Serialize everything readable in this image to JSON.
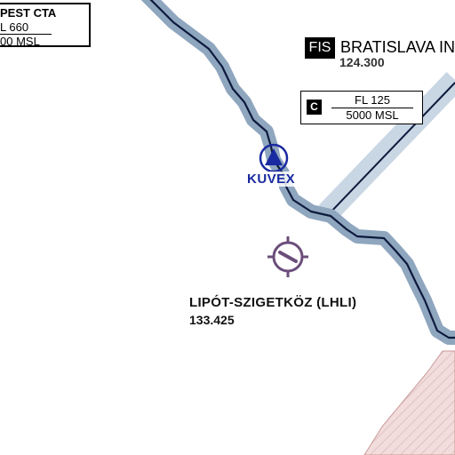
{
  "map": {
    "colors": {
      "boundary_halo": "#8fa6bf",
      "boundary_line": "#0d1a3d",
      "airway_fill": "#c9d6e4",
      "restricted_fill": "#f2dcdc",
      "restricted_hatch": "#d9b3b3",
      "waypoint": "#1a2aa0",
      "aerodrome": "#6b4d7a"
    },
    "cta": {
      "name": "PEST CTA",
      "upper_limit": "L 660",
      "lower_limit": "00 MSL"
    },
    "fis": {
      "tag": "FIS",
      "name": "BRATISLAVA IN",
      "frequency": "124.300"
    },
    "airspace_class": {
      "class": "C",
      "upper_limit": "FL 125",
      "lower_limit": "5000 MSL"
    },
    "waypoint": {
      "name": "KUVEX",
      "icon": "triangle-in-circle-icon"
    },
    "aerodrome": {
      "name": "LIPÓT-SZIGETKÖZ (LHLI)",
      "frequency": "133.425",
      "icon": "aerodrome-icon"
    }
  }
}
